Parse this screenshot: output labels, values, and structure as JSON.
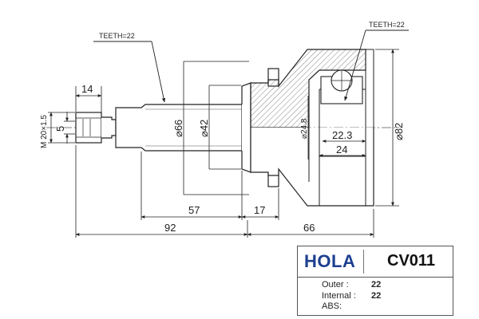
{
  "drawing": {
    "teeth_left": "TEETH=22",
    "teeth_right": "TEETH=22",
    "thread": "M 20×1.5",
    "dim_14": "14",
    "dim_5": "5",
    "dim_66_dia": "⌀66",
    "dim_42_dia": "⌀42",
    "dim_24_8_dia": "⌀24.8",
    "dim_22_3": "22.3",
    "dim_24": "24",
    "dim_82_dia": "⌀82",
    "dim_57": "57",
    "dim_17": "17",
    "dim_92": "92",
    "dim_66": "66"
  },
  "spec": {
    "brand": "HOLA",
    "code": "CV011",
    "rows": [
      {
        "label": "Outer :",
        "value": "22"
      },
      {
        "label": "Internal :",
        "value": "22"
      },
      {
        "label": "ABS:",
        "value": ""
      }
    ]
  }
}
